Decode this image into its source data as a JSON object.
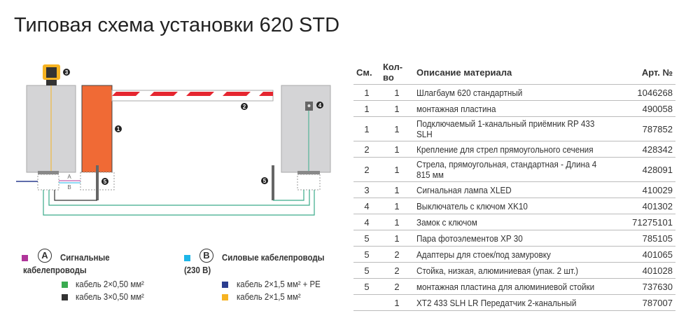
{
  "title": "Типовая схема установки 620 STD",
  "diagram": {
    "markers": [
      "1",
      "2",
      "3",
      "4",
      "5",
      "5"
    ],
    "cable_labels": [
      "A",
      "B"
    ]
  },
  "legend": {
    "a": {
      "letter": "A",
      "label1": "Сигнальные",
      "label2": "кабелепроводы",
      "color": "#b0359a",
      "items": [
        {
          "label": "кабель 2×0,50 мм²",
          "color": "#3aab50"
        },
        {
          "label": "кабель 3×0,50 мм²",
          "color": "#333333"
        }
      ]
    },
    "b": {
      "letter": "B",
      "label1": "Силовые кабелепроводы",
      "label2": "(230 В)",
      "color": "#1eb6e8",
      "items": [
        {
          "label": "кабель 2×1,5 мм² + PE",
          "color": "#2b3d8f"
        },
        {
          "label": "кабель 2×1,5 мм²",
          "color": "#f6b322"
        }
      ]
    }
  },
  "table": {
    "headers": [
      "См.",
      "Кол-во",
      "Описание материала",
      "Арт. №"
    ],
    "rows": [
      [
        "1",
        "1",
        "Шлагбаум 620 стандартный",
        "1046268"
      ],
      [
        "1",
        "1",
        "монтажная пластина",
        "490058"
      ],
      [
        "1",
        "1",
        "Подключаемый 1-канальный приёмник RP 433 SLH",
        "787852"
      ],
      [
        "2",
        "1",
        "Крепление для стрел прямоугольного сечения",
        "428342"
      ],
      [
        "2",
        "1",
        "Стрела, прямоугольная, стандартная - Длина 4 815 мм",
        "428091"
      ],
      [
        "3",
        "1",
        "Сигнальная лампа XLED",
        "410029"
      ],
      [
        "4",
        "1",
        "Выключатель с ключом XK10",
        "401302"
      ],
      [
        "4",
        "1",
        "Замок с ключом",
        "71275101"
      ],
      [
        "5",
        "1",
        "Пара фотоэлементов XP 30",
        "785105"
      ],
      [
        "5",
        "2",
        "Адаптеры для стоек/под замуровку",
        "401065"
      ],
      [
        "5",
        "2",
        "Стойка, низкая, алюминиевая (упак. 2 шт.)",
        "401028"
      ],
      [
        "5",
        "2",
        "монтажная пластина для алюминиевой стойки",
        "737630"
      ],
      [
        "",
        "1",
        "XT2 433 SLH LR Передатчик 2-канальный",
        "787007"
      ]
    ]
  }
}
